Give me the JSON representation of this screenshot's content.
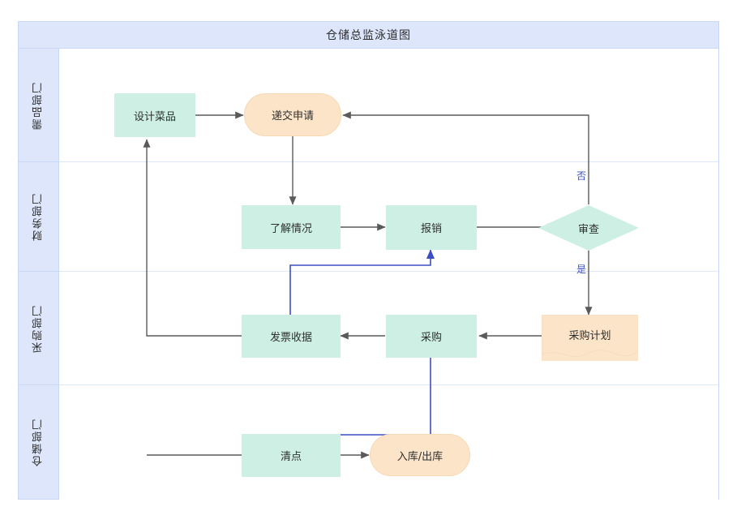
{
  "diagram": {
    "title": "仓储总监泳道图",
    "colors": {
      "header_bg": "#dde6fb",
      "lane_border": "#c9d9f5",
      "process_fill": "#cdefe4",
      "terminator_fill": "#fce4c8",
      "arrow_gray": "#5a5a5a",
      "arrow_blue": "#3b4fc4",
      "text": "#2f2f2f"
    },
    "lanes": [
      {
        "id": "lane-1",
        "label": "需品部门"
      },
      {
        "id": "lane-2",
        "label": "财务部门"
      },
      {
        "id": "lane-3",
        "label": "采购部门"
      },
      {
        "id": "lane-4",
        "label": "仓储部门"
      }
    ],
    "nodes": [
      {
        "id": "design-dish",
        "label": "设计菜品",
        "shape": "process",
        "lane": "lane-1"
      },
      {
        "id": "submit-request",
        "label": "递交申请",
        "shape": "terminator",
        "lane": "lane-1"
      },
      {
        "id": "understand-status",
        "label": "了解情况",
        "shape": "process",
        "lane": "lane-2"
      },
      {
        "id": "reimburse",
        "label": "报销",
        "shape": "process",
        "lane": "lane-2"
      },
      {
        "id": "review",
        "label": "审查",
        "shape": "decision",
        "lane": "lane-2"
      },
      {
        "id": "invoice-receipt",
        "label": "发票收据",
        "shape": "process",
        "lane": "lane-3"
      },
      {
        "id": "purchase",
        "label": "采购",
        "shape": "process",
        "lane": "lane-3"
      },
      {
        "id": "purchase-plan",
        "label": "采购计划",
        "shape": "document",
        "lane": "lane-3"
      },
      {
        "id": "count-check",
        "label": "清点",
        "shape": "process",
        "lane": "lane-4"
      },
      {
        "id": "in-out-storage",
        "label": "入库/出库",
        "shape": "terminator",
        "lane": "lane-4"
      }
    ],
    "edge_labels": {
      "review_no": "否",
      "review_yes": "是"
    }
  }
}
